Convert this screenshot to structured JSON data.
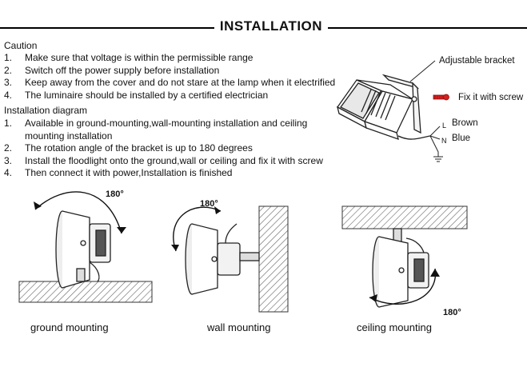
{
  "header": {
    "title": "INSTALLATION"
  },
  "caution": {
    "heading": "Caution",
    "items": [
      {
        "num": "1.",
        "text": "Make sure that voltage is within the permissible range"
      },
      {
        "num": "2.",
        "text": "Switch off the power supply before installation"
      },
      {
        "num": "3.",
        "text": "Keep away from the cover and do not stare at the lamp when it electrified"
      },
      {
        "num": "4.",
        "text": "The luminaire should be installed by a certified electrician"
      }
    ]
  },
  "installation_diagram": {
    "heading": "Installation diagram",
    "items": [
      {
        "num": "1.",
        "text": "Available in ground-mounting,wall-mounting installation and ceiling mounting installation"
      },
      {
        "num": "2.",
        "text": "The rotation angle of the bracket is up to 180 degrees"
      },
      {
        "num": "3.",
        "text": "Install the floodlight onto the ground,wall or ceiling and fix it with screw"
      },
      {
        "num": "4.",
        "text": "Then connect it with power,Installation is finished"
      }
    ]
  },
  "wiring_diagram": {
    "adjustable_bracket": "Adjustable bracket",
    "fix_with_screw": "Fix it with screw",
    "l_mark": "L",
    "n_mark": "N",
    "brown": "Brown",
    "blue": "Blue"
  },
  "mountings": [
    {
      "caption": "ground mounting",
      "angle": "180°"
    },
    {
      "caption": "wall mounting",
      "angle": "180°"
    },
    {
      "caption": "ceiling mounting",
      "angle": "180°"
    }
  ],
  "colors": {
    "text": "#111111",
    "screw": "#d62020",
    "hatch": "#666666"
  }
}
